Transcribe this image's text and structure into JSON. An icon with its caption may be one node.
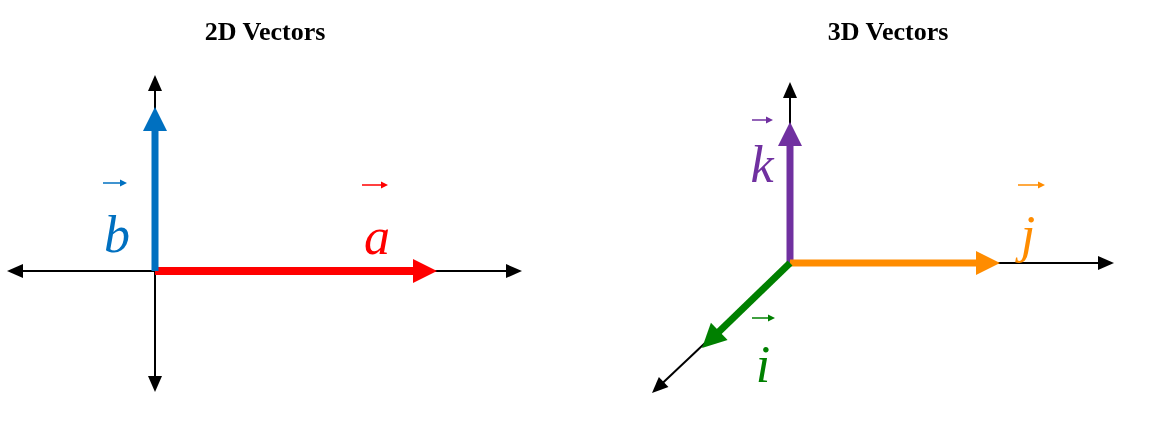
{
  "diagram": {
    "labels": [
      "2D Vectors",
      "3D Vectors",
      "b",
      "a",
      "k",
      "j",
      "i"
    ]
  }
}
